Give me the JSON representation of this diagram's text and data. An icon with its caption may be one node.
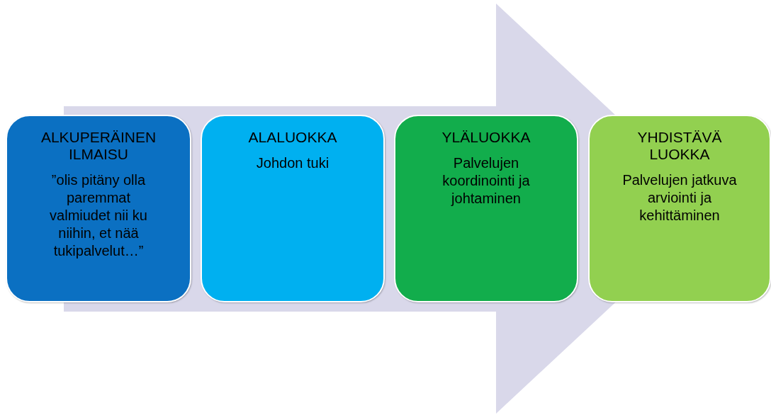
{
  "diagram": {
    "nodes": [
      {
        "text": [
          "ALKUPERÄINEN ILMAISU",
          "”olis pitäny olla paremmat valmiudet nii ku niihin, et nää tukipalvelut…”"
        ]
      },
      {
        "text": [
          "ALALUOKKA",
          "Johdon tuki"
        ]
      },
      {
        "text": [
          "YLÄLUOKKA",
          "Palvelujen koordinointi ja johtaminen"
        ]
      },
      {
        "text": [
          "YHDISTÄVÄ LUOKKA",
          "Palvelujen jatkuva arviointi ja kehittäminen"
        ]
      }
    ],
    "edges": [
      {
        "from": 0,
        "to": 3,
        "arrow": "to"
      }
    ]
  }
}
